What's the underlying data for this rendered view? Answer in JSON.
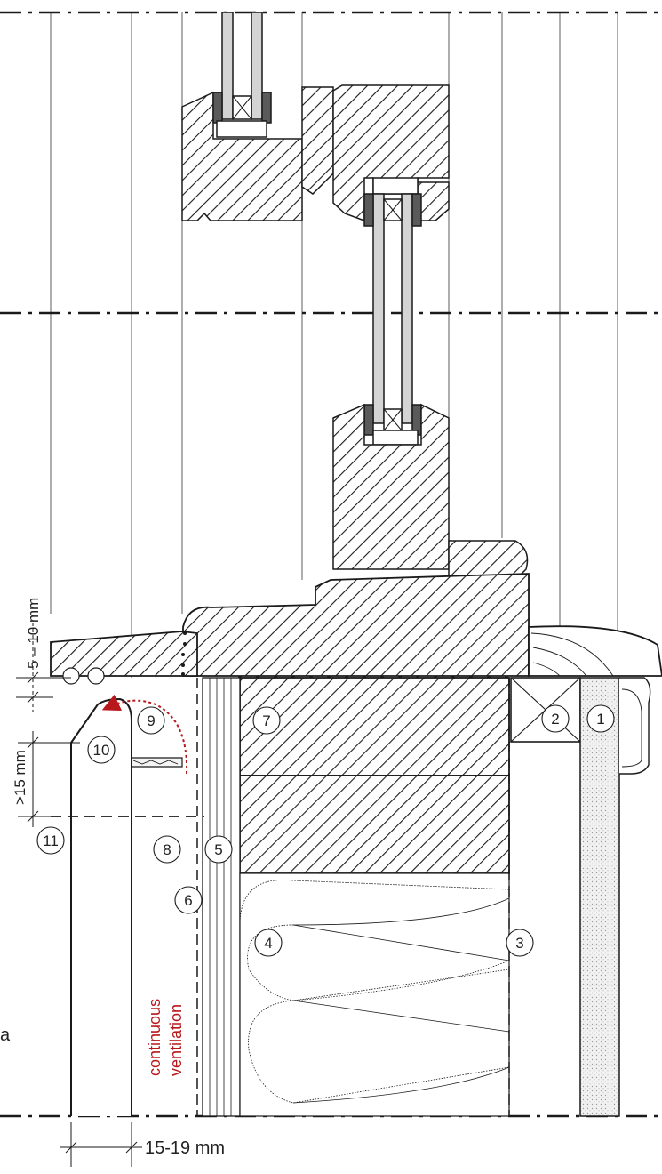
{
  "labels": {
    "joint": "5 – 10 mm",
    "gap": ">15 mm",
    "cladding": "15-19 mm",
    "vent_1": "continuous",
    "vent_2": "ventilation",
    "side": "a"
  },
  "callouts": [
    "1",
    "2",
    "3",
    "4",
    "5",
    "6",
    "7",
    "8",
    "9",
    "10",
    "11"
  ],
  "colors": {
    "line": "#1a1a1a",
    "accent": "#b8181c",
    "hatch": "#1a1a1a",
    "plaster": "#e6e6e6"
  }
}
